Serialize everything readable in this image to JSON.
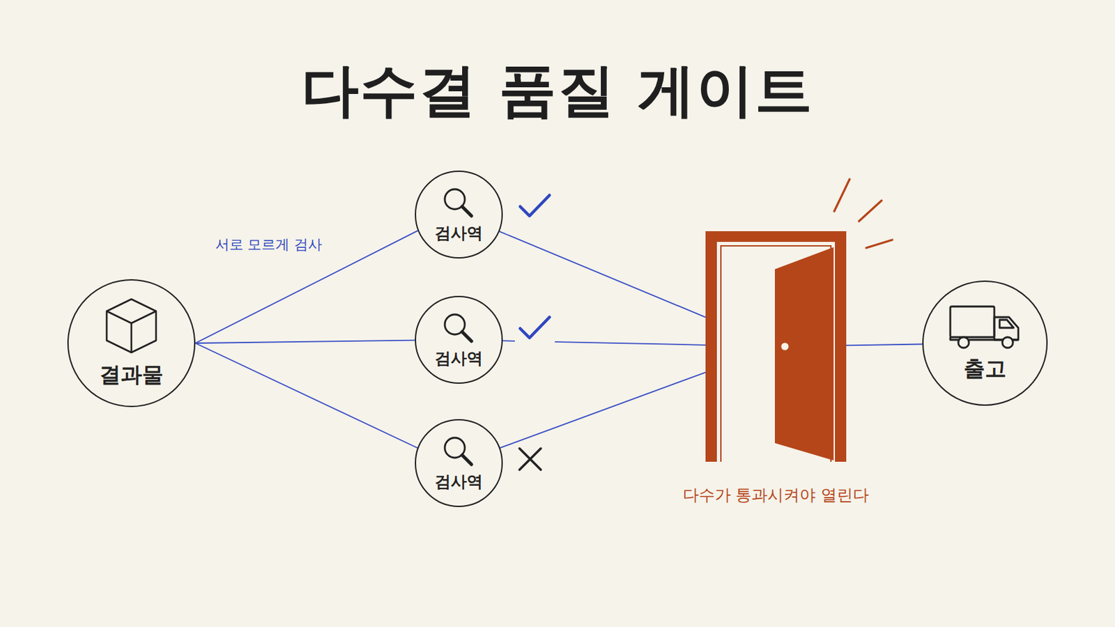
{
  "diagram": {
    "title": "다수결 품질 게이트",
    "nodes": [
      {
        "text": [
          "결과물"
        ]
      },
      {
        "text": [
          "검사역"
        ]
      },
      {
        "text": [
          "검사역"
        ]
      },
      {
        "text": [
          "검사역"
        ]
      },
      {
        "text": [
          "다수가 통과시켜야 열린다"
        ]
      },
      {
        "text": [
          "출고"
        ]
      }
    ],
    "edges": [
      {
        "from": 0,
        "to": 1,
        "arrow": "none"
      },
      {
        "from": 0,
        "to": 2,
        "arrow": "none"
      },
      {
        "from": 0,
        "to": 3,
        "arrow": "none"
      },
      {
        "from": 1,
        "to": 4,
        "arrow": "none"
      },
      {
        "from": 2,
        "to": 4,
        "arrow": "none"
      },
      {
        "from": 3,
        "to": 4,
        "arrow": "none"
      },
      {
        "from": 4,
        "to": 5,
        "arrow": "none"
      }
    ],
    "labels": [
      "서로 모르게 검사"
    ]
  }
}
